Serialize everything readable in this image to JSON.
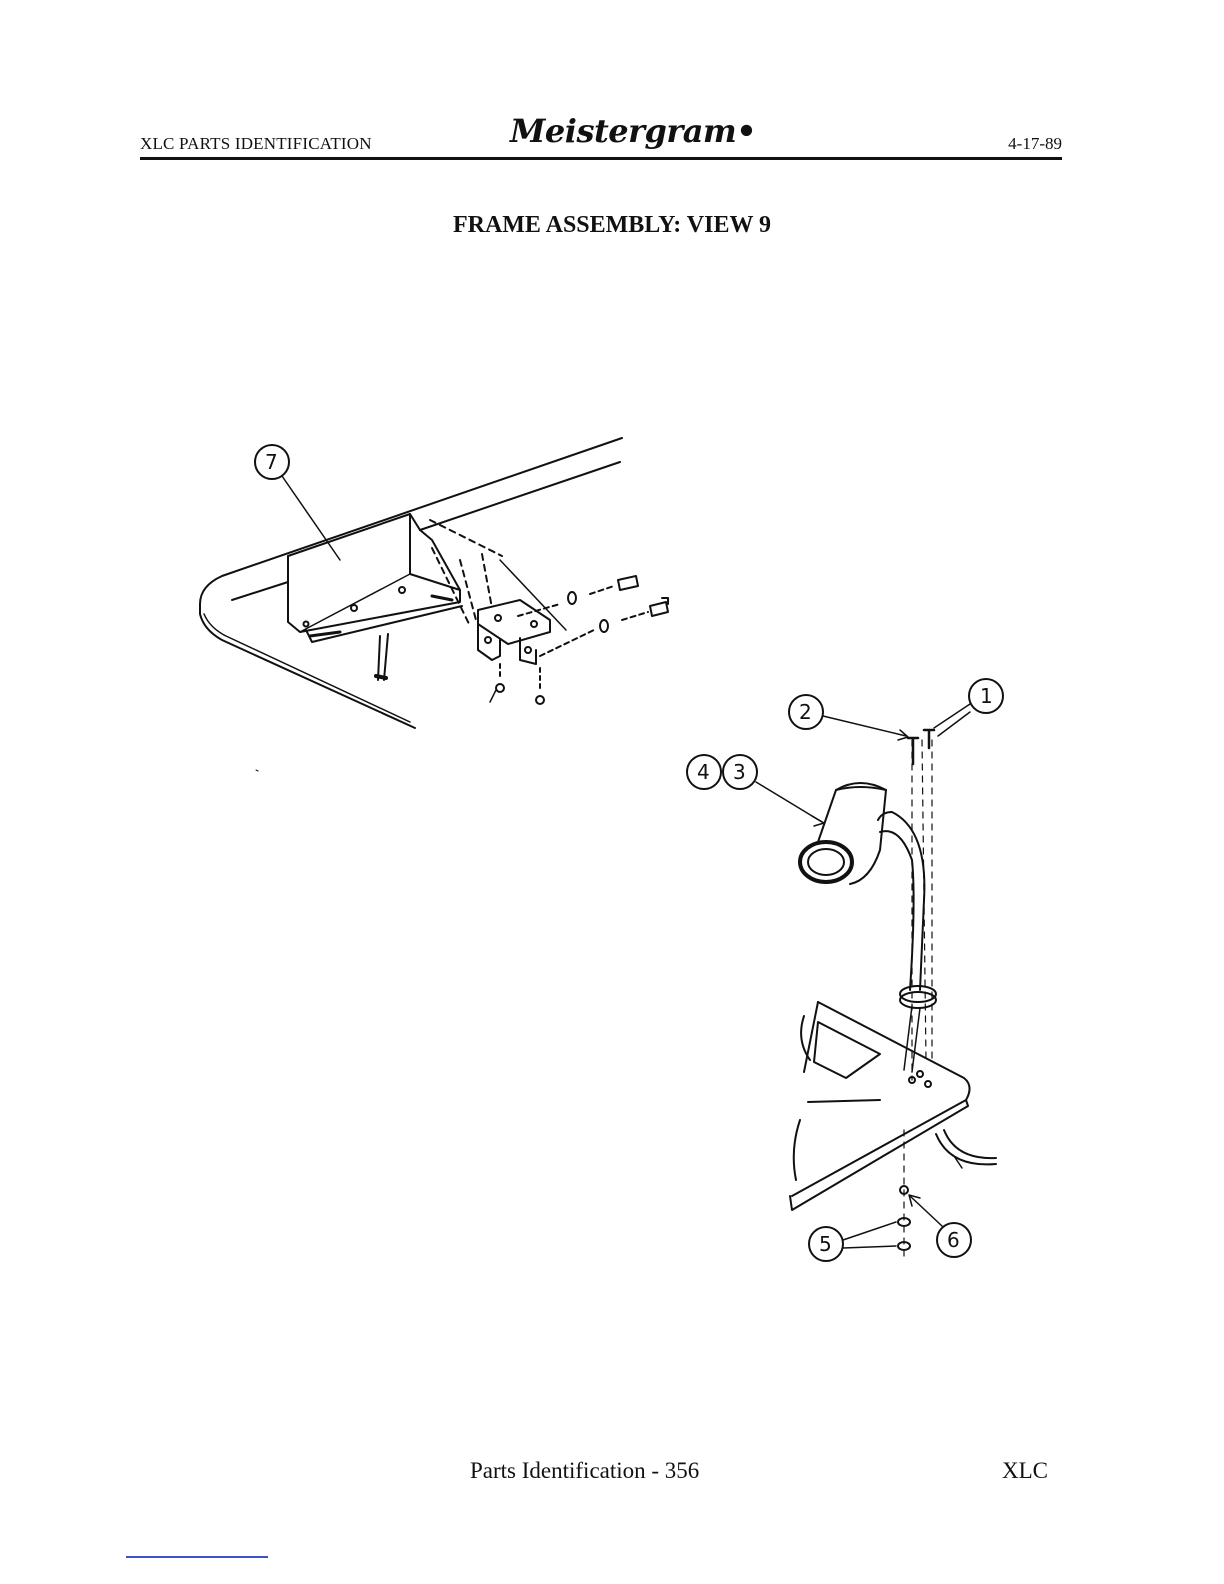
{
  "header": {
    "left": "XLC PARTS IDENTIFICATION",
    "brand": "Meistergram",
    "date": "4-17-89"
  },
  "title": "FRAME ASSEMBLY: VIEW 9",
  "callouts": [
    "7",
    "2",
    "1",
    "4",
    "3",
    "5",
    "6"
  ],
  "footer": {
    "page": "Parts Identification - 356",
    "model": "XLC"
  }
}
